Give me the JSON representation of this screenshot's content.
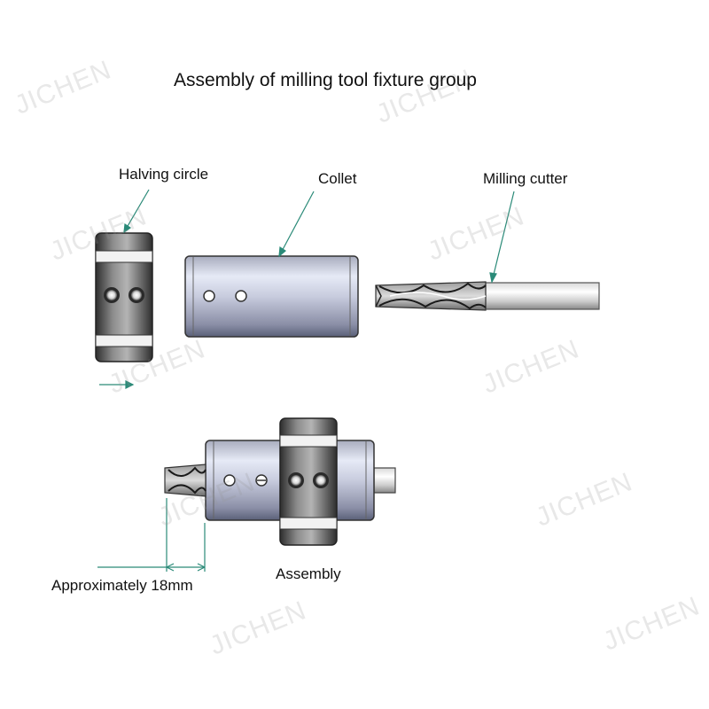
{
  "title": "Assembly of milling tool fixture group",
  "labels": {
    "halving_circle": "Halving circle",
    "collet": "Collet",
    "milling_cutter": "Milling cutter",
    "assembly": "Assembly",
    "dimension": "Approximately 18mm"
  },
  "watermark": "JICHEN",
  "colors": {
    "leader": "#2a8a78",
    "collet_light": "#e4e8f4",
    "collet_dark": "#5a6078",
    "ring_light": "#9a9a9a",
    "ring_dark": "#2e2e2e",
    "text": "#111111"
  }
}
